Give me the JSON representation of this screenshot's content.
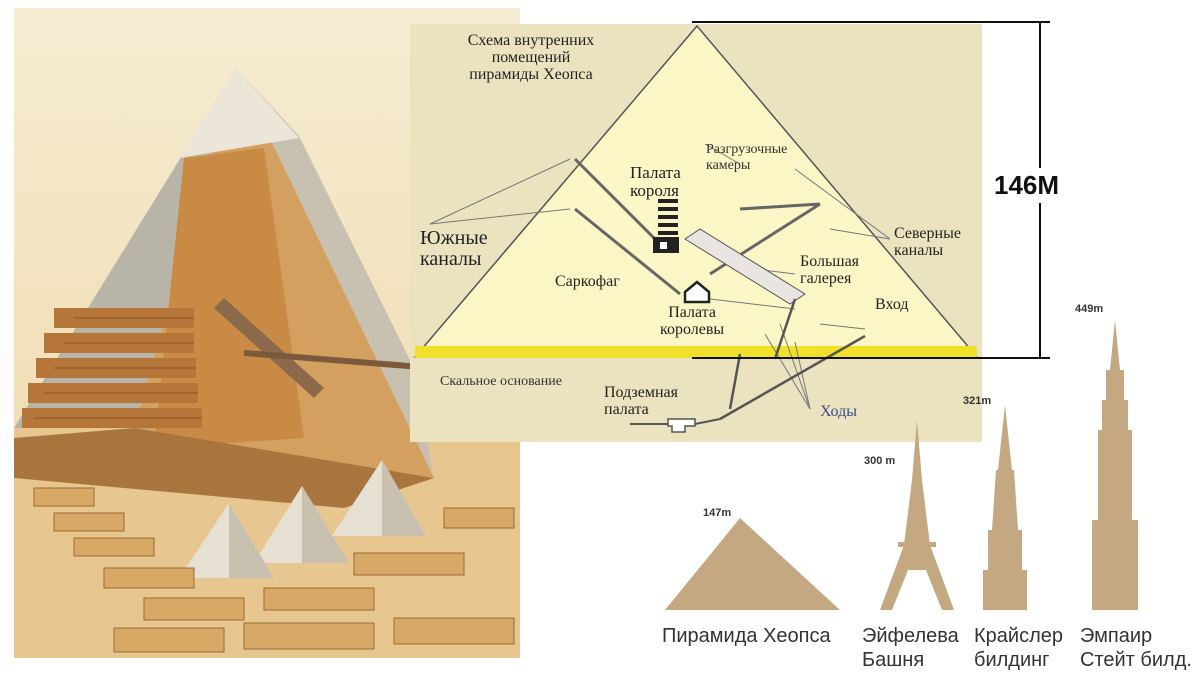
{
  "schema": {
    "title_line1": "Схема внутренних",
    "title_line2": "помещений",
    "title_line3": "пирамиды Хеопса",
    "relief_line1": "Разгрузочные",
    "relief_line2": "камеры",
    "king_line1": "Палата",
    "king_line2": "короля",
    "south_line1": "Южные",
    "south_line2": "каналы",
    "north_line1": "Северные",
    "north_line2": "каналы",
    "sarcophagus": "Саркофаг",
    "gallery_line1": "Большая",
    "gallery_line2": "галерея",
    "entrance": "Вход",
    "queen_line1": "Палата",
    "queen_line2": "королевы",
    "bedrock": "Скальное основание",
    "under_line1": "Подземная",
    "under_line2": "палата",
    "passages": "Ходы"
  },
  "height_label": "146М",
  "comparison": {
    "items": [
      {
        "height": "147m",
        "line1": "Пирамида Хеопса",
        "line2": ""
      },
      {
        "height": "300 m",
        "line1": "Эйфелева",
        "line2": "Башня"
      },
      {
        "height": "321m",
        "line1": "Крайслер",
        "line2": "билдинг"
      },
      {
        "height": "449m",
        "line1": "Эмпаир",
        "line2": "Стейт билд."
      }
    ]
  },
  "colors": {
    "schema_bg": "#ebe3c0",
    "pyramid_fill": "#fbf6c6",
    "bedrock_band": "#f1e02a",
    "silhouette": "#c4a882",
    "illustration_stone": "#d9a96a",
    "illustration_sky": "#f3e6c6"
  }
}
